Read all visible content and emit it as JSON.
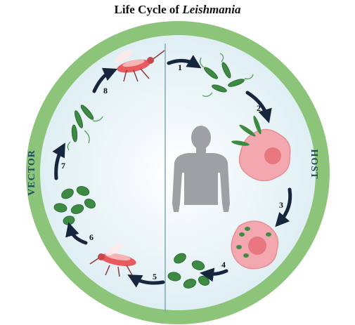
{
  "title": {
    "prefix": "Life Cycle of ",
    "organism": "Leishmania"
  },
  "sides": {
    "left": "VECTOR",
    "right": "HOST"
  },
  "steps": [
    "1",
    "2",
    "3",
    "4",
    "5",
    "6",
    "7",
    "8"
  ],
  "colors": {
    "ring": "#8cc47a",
    "background": "#eaf4f8",
    "arrow": "#15263d",
    "parasite": "#3d8a43",
    "host_cell": "#f3a7ae",
    "nucleus": "#e8777f",
    "human": "#9ea0a3",
    "mosquito": "#e95a5f",
    "divider": "#7aa2b0"
  }
}
